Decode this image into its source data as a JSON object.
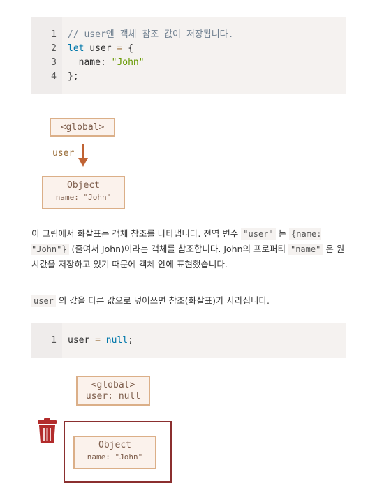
{
  "code1": {
    "line_numbers": [
      "1",
      "2",
      "3",
      "4"
    ],
    "line1_comment": "// user엔 객체 참조 값이 저장됩니다.",
    "line2_kw": "let",
    "line2_rest": " user ",
    "line2_eq": "=",
    "line2_brace": " {",
    "line3_prop": "  name",
    "line3_colon": ": ",
    "line3_str": "\"John\"",
    "line4": "};"
  },
  "diagram1": {
    "global_label": "<global>",
    "var_label": "user",
    "object_title": "Object",
    "object_prop": "name: \"John\""
  },
  "paragraph1": {
    "t1": "이 그림에서 화살표는 객체 참조를 나타냅니다. 전역 변수 ",
    "c1": "\"user\"",
    "t2": " 는 ",
    "c2": "{name: \"John\"}",
    "t3": " (줄여서 John)이라는 객체를 참조합니다. John의 프로퍼티 ",
    "c3": "\"name\"",
    "t4": " 은 원시값을 저장하고 있기 때문에 객체 안에 표현했습니다."
  },
  "paragraph2": {
    "c1": "user",
    "t1": " 의 값을 다른 값으로 덮어쓰면 참조(화살표)가 사라집니다."
  },
  "code2": {
    "line_number": "1",
    "code_user": "user ",
    "code_eq": "=",
    "code_null": " null",
    "code_semi": ";"
  },
  "diagram2": {
    "global_label": "<global>",
    "global_value": "user: null",
    "object_title": "Object",
    "object_prop": "name: \"John\""
  },
  "colors": {
    "box_border": "#dbaf88",
    "box_fill": "#fbf2ec",
    "arrow": "#c06334",
    "trash": "#b22b2b",
    "collected_frame": "#8b2f2f"
  },
  "icons": [
    "arrow-down-icon",
    "trash-icon"
  ]
}
